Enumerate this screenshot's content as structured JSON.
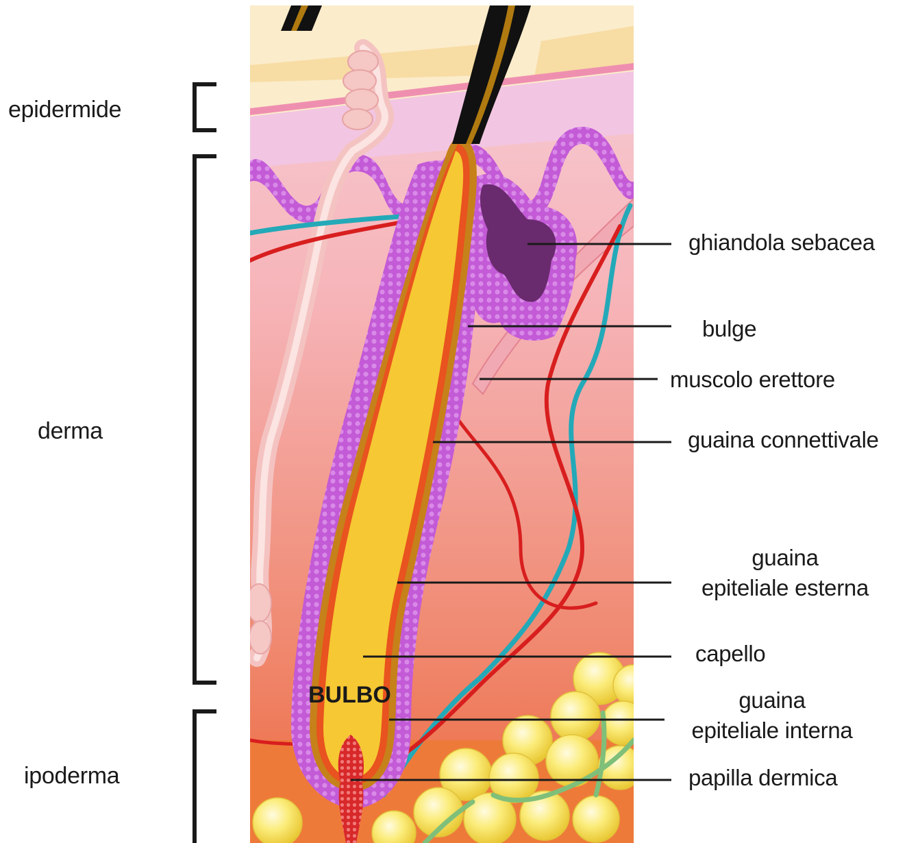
{
  "layers": {
    "epidermis": "epidermide",
    "dermis": "derma",
    "hypodermis": "ipoderma"
  },
  "structures": {
    "sebaceous_gland": "ghiandola sebacea",
    "bulge": "bulge",
    "arrector_muscle": "muscolo erettore",
    "connective_sheath": "guaina connettivale",
    "outer_sheath_line1": "guaina",
    "outer_sheath_line2": "epiteliale esterna",
    "hair_shaft": "capello",
    "inner_sheath_line1": "guaina",
    "inner_sheath_line2": "epiteliale interna",
    "dermal_papilla": "papilla dermica"
  },
  "bulb_label": "BULBO",
  "colors": {
    "hair": "#111111",
    "hair_core": "#b07a10",
    "shaft_yellow": "#f6c833",
    "inner_sheath": "#e8531f",
    "outer_sheath": "#c35ad6",
    "sebaceous_dark": "#6a2a6e",
    "epidermis": "#f7dfa3",
    "dermis_top": "#f9c6cf",
    "dermis_bottom": "#ec6a52",
    "artery": "#d81e1e",
    "vein": "#23a9b8",
    "fat": "#f4e04a",
    "muscle": "#f1a9b3"
  }
}
